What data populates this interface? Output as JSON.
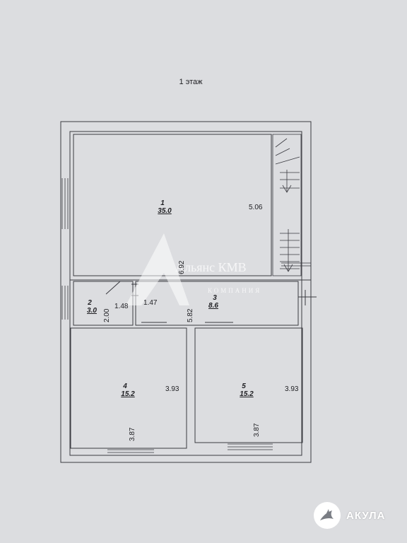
{
  "floor_title": "1 этаж",
  "rooms": [
    {
      "number": "1",
      "area": "35.0"
    },
    {
      "number": "2",
      "area": "3.0"
    },
    {
      "number": "3",
      "area": "8.6"
    },
    {
      "number": "4",
      "area": "15.2"
    },
    {
      "number": "5",
      "area": "15.2"
    }
  ],
  "dimensions": {
    "room1_width": "5.06",
    "room1_height": "6.92",
    "room2_width": "1.48",
    "room2_height": "2.00",
    "room3_width": "1.47",
    "room3_length": "5.82",
    "room4_height": "3.93",
    "room4_width": "3.87",
    "room5_height": "3.93",
    "room5_width": "3.87"
  },
  "watermark": {
    "name": "Альянс КМВ",
    "subtitle": "КОМПАНИЯ"
  },
  "brand": {
    "name": "АКУЛА"
  }
}
